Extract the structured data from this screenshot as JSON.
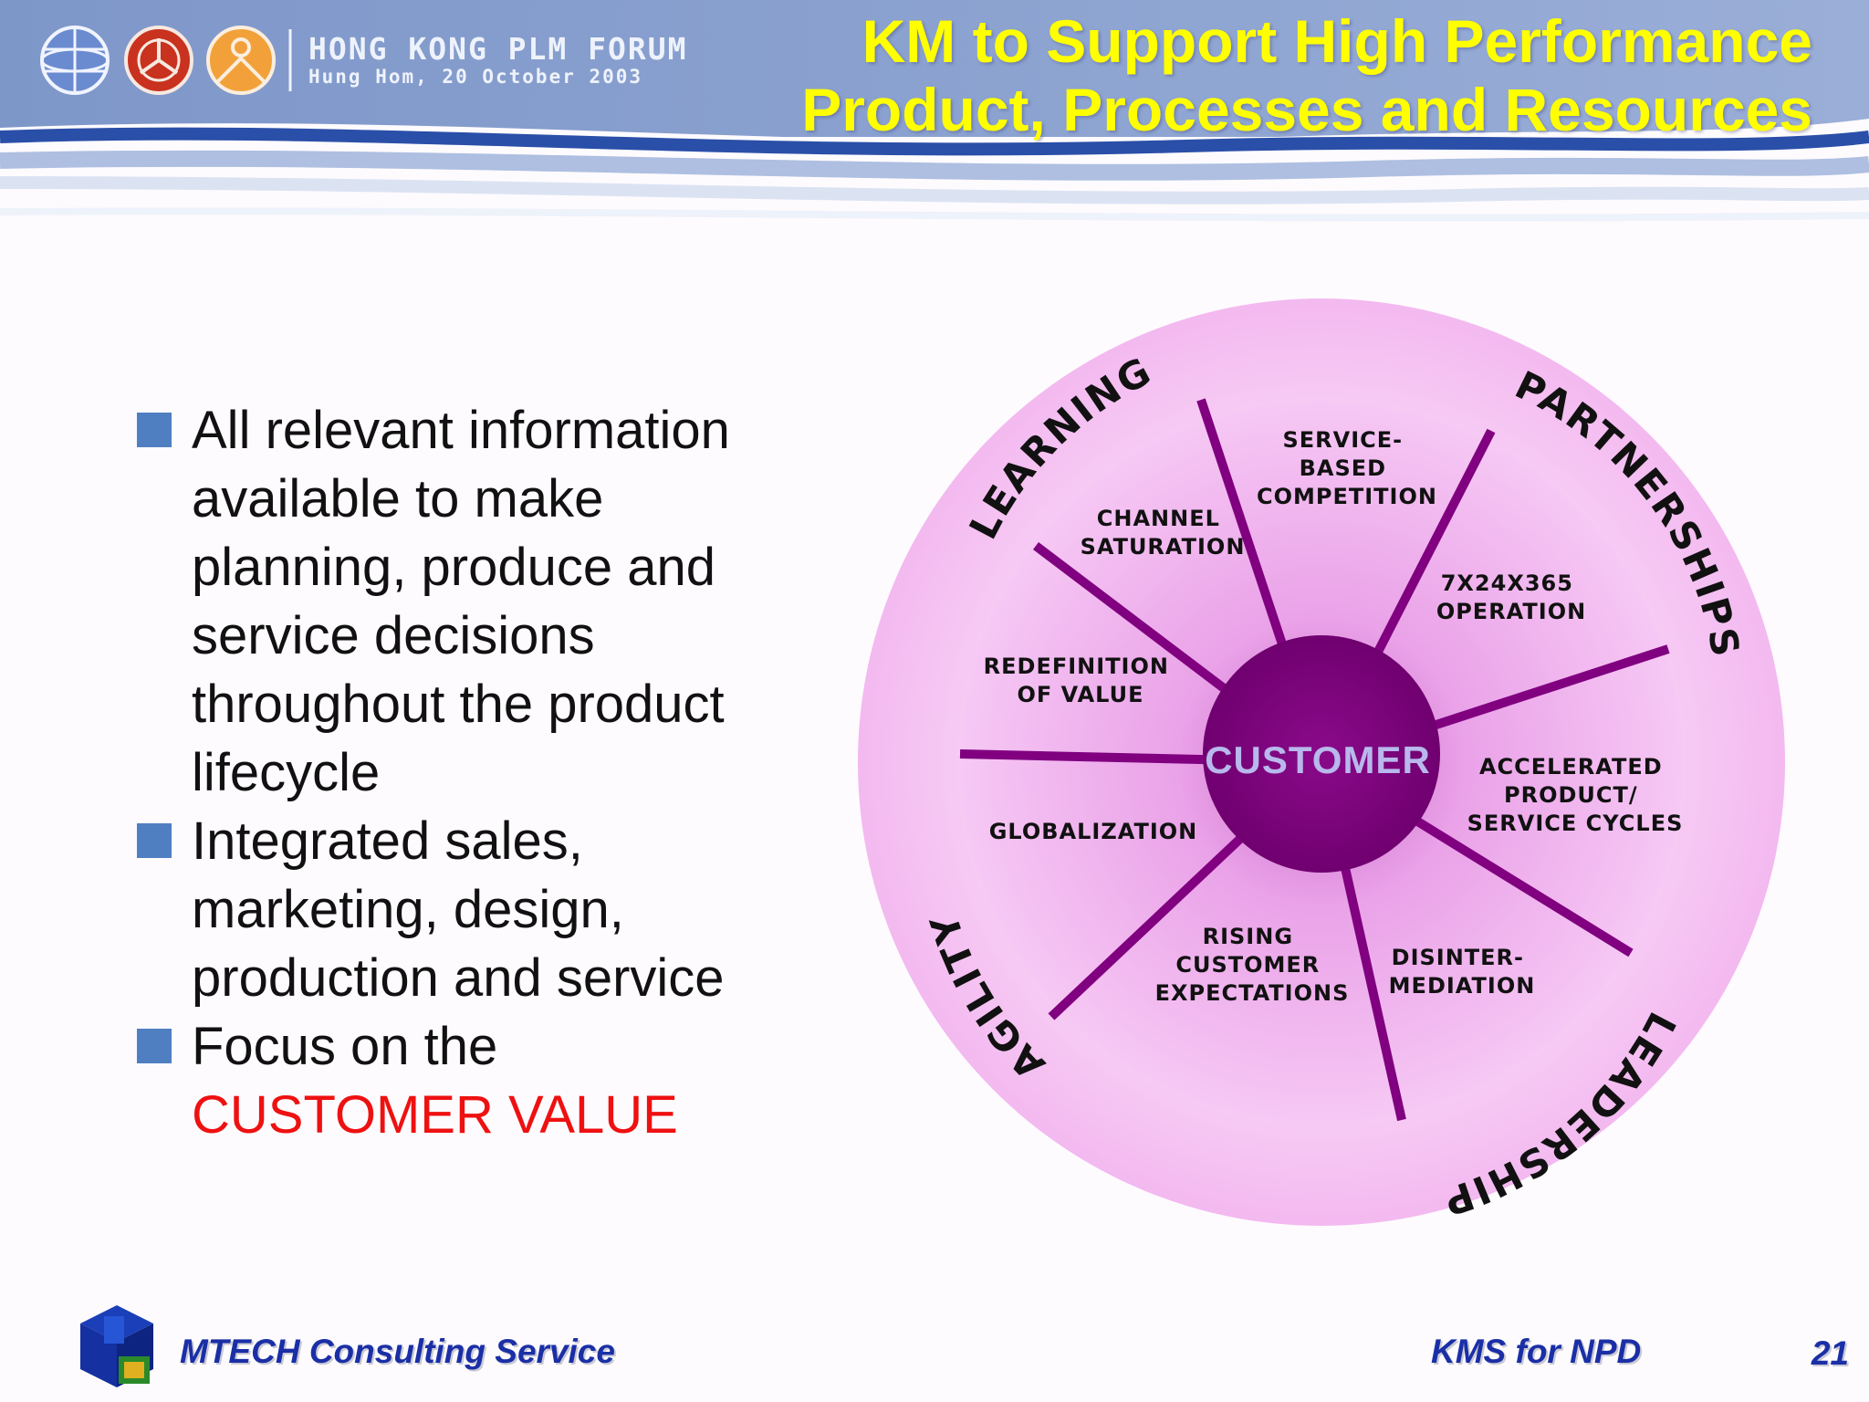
{
  "header": {
    "forum_name": "HONG KONG PLM FORUM",
    "forum_date": "Hung Hom, 20 October 2003",
    "title_line1": "KM to Support High Performance",
    "title_line2": "Product, Processes and Resources"
  },
  "bullets": [
    {
      "text": "All relevant information available to make planning, produce and service decisions throughout the product lifecycle"
    },
    {
      "text": "Integrated sales, marketing, design, production and service"
    },
    {
      "text": "Focus on the ",
      "highlight": "CUSTOMER VALUE"
    }
  ],
  "diagram": {
    "center": "CUSTOMER",
    "ring": {
      "learning": "LEARNING",
      "partnerships": "PARTNERSHIPS",
      "leadership": "LEADERSHIP",
      "agility": "AGILITY"
    },
    "segments": {
      "service_based": [
        "SERVICE-",
        "BASED",
        "COMPETITION"
      ],
      "channel": [
        "CHANNEL",
        "SATURATION"
      ],
      "operation": [
        "7X24X365",
        "OPERATION"
      ],
      "redefinition": [
        "REDEFINITION",
        "OF VALUE"
      ],
      "accelerated": [
        "ACCELERATED",
        "PRODUCT/",
        "SERVICE CYCLES"
      ],
      "globalization": [
        "GLOBALIZATION"
      ],
      "rising": [
        "RISING",
        "CUSTOMER",
        "EXPECTATIONS"
      ],
      "disinter": [
        "DISINTER-",
        "MEDIATION"
      ]
    },
    "colors": {
      "ring": "#f7c6f4",
      "inner": "#f0a6ec",
      "center": "#800080",
      "spoke": "#800080",
      "center_text": "#b8b8ec"
    }
  },
  "footer": {
    "left": "MTECH Consulting Service",
    "right": "KMS for NPD",
    "page": "21"
  }
}
